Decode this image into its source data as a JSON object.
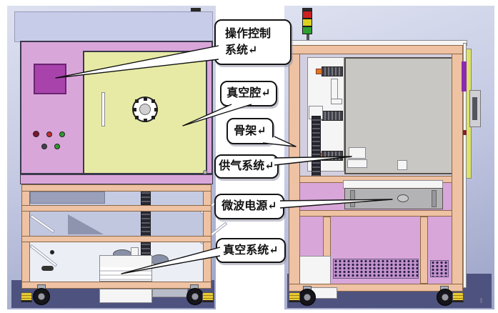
{
  "callouts": [
    {
      "id": "operation-control-system",
      "label": "操作控制\n系统↵"
    },
    {
      "id": "vacuum-chamber",
      "label": "真空腔↵"
    },
    {
      "id": "frame-skeleton",
      "label": "骨架↵"
    },
    {
      "id": "gas-supply-system",
      "label": "供气系统↵"
    },
    {
      "id": "microwave-power-supply",
      "label": "微波电源↵"
    },
    {
      "id": "vacuum-system",
      "label": "真空系统↵"
    }
  ],
  "colors": {
    "scene_bg_top": "#dde1f0",
    "scene_bg_bottom": "#9aa2c6",
    "floor_navy": "#4e527e",
    "cabinet_pink": "#d9a6da",
    "door_yellow": "#e7eaa4",
    "screen_purple": "#a843ac",
    "frame_tan": "#eec2a3",
    "chamber_side_gray": "#c9c7c3",
    "psu_gray": "#b3b3b6",
    "tower_red": "#cc2020",
    "tower_yellow": "#ddd020",
    "tower_green": "#30a030",
    "fitting_orange": "#e07818",
    "door_edge_yellow": "#dde26a",
    "door_edge_purple": "#8a2bb0",
    "caster_foot_yellow": "#e8cb34",
    "callout_border": "#141414"
  }
}
